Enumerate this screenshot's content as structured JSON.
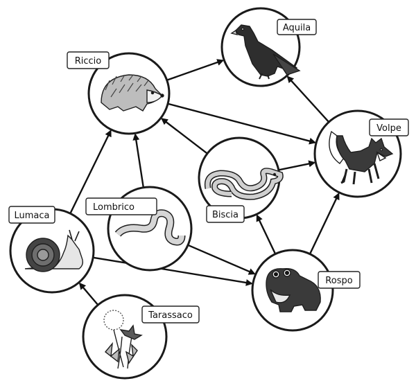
{
  "nodes": [
    {
      "id": "aquila",
      "label": "Aquila",
      "icon": "eagle-icon"
    },
    {
      "id": "riccio",
      "label": "Riccio",
      "icon": "hedgehog-icon"
    },
    {
      "id": "volpe",
      "label": "Volpe",
      "icon": "fox-icon"
    },
    {
      "id": "biscia",
      "label": "Biscia",
      "icon": "snake-icon"
    },
    {
      "id": "lombrico",
      "label": "Lombrico",
      "icon": "earthworm-icon"
    },
    {
      "id": "lumaca",
      "label": "Lumaca",
      "icon": "snail-icon"
    },
    {
      "id": "rospo",
      "label": "Rospo",
      "icon": "toad-icon"
    },
    {
      "id": "tarassaco",
      "label": "Tarassaco",
      "icon": "dandelion-icon"
    }
  ],
  "edges": [
    {
      "from": "riccio",
      "to": "aquila"
    },
    {
      "from": "volpe",
      "to": "aquila"
    },
    {
      "from": "riccio",
      "to": "volpe"
    },
    {
      "from": "biscia",
      "to": "riccio"
    },
    {
      "from": "biscia",
      "to": "volpe"
    },
    {
      "from": "lombrico",
      "to": "riccio"
    },
    {
      "from": "lumaca",
      "to": "riccio"
    },
    {
      "from": "lombrico",
      "to": "rospo"
    },
    {
      "from": "lumaca",
      "to": "rospo"
    },
    {
      "from": "rospo",
      "to": "biscia"
    },
    {
      "from": "rospo",
      "to": "volpe"
    },
    {
      "from": "tarassaco",
      "to": "lumaca"
    }
  ],
  "colors": {
    "ink": "#111111",
    "background": "#ffffff",
    "shade": "#8a8a8a"
  }
}
